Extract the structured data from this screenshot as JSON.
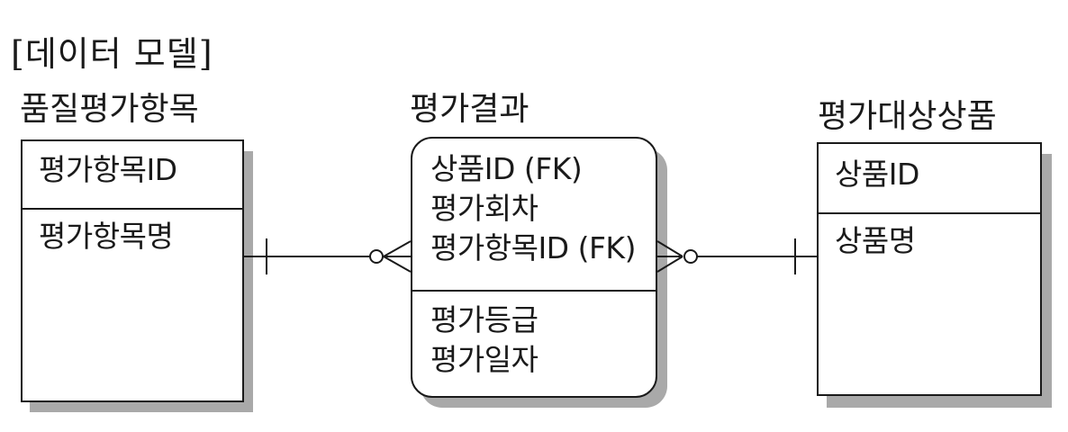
{
  "title": "[데이터 모델]",
  "entities": [
    {
      "name": "품질평가항목",
      "key_attributes": [
        "평가항목ID"
      ],
      "attributes": [
        "평가항목명"
      ]
    },
    {
      "name": "평가결과",
      "key_attributes": [
        "상품ID (FK)",
        "평가회차",
        "평가항목ID (FK)"
      ],
      "attributes": [
        "평가등급",
        "평가일자"
      ]
    },
    {
      "name": "평가대상상품",
      "key_attributes": [
        "상품ID"
      ],
      "attributes": [
        "상품명"
      ]
    }
  ],
  "relationships": [
    {
      "from": "품질평가항목",
      "to": "평가결과",
      "from_cardinality": "exactly-one",
      "to_cardinality": "zero-or-many"
    },
    {
      "from": "평가대상상품",
      "to": "평가결과",
      "from_cardinality": "exactly-one",
      "to_cardinality": "zero-or-many"
    }
  ],
  "colors": {
    "line": "#1a1a1a",
    "shadow": "#a9a9a9",
    "background": "#ffffff"
  }
}
